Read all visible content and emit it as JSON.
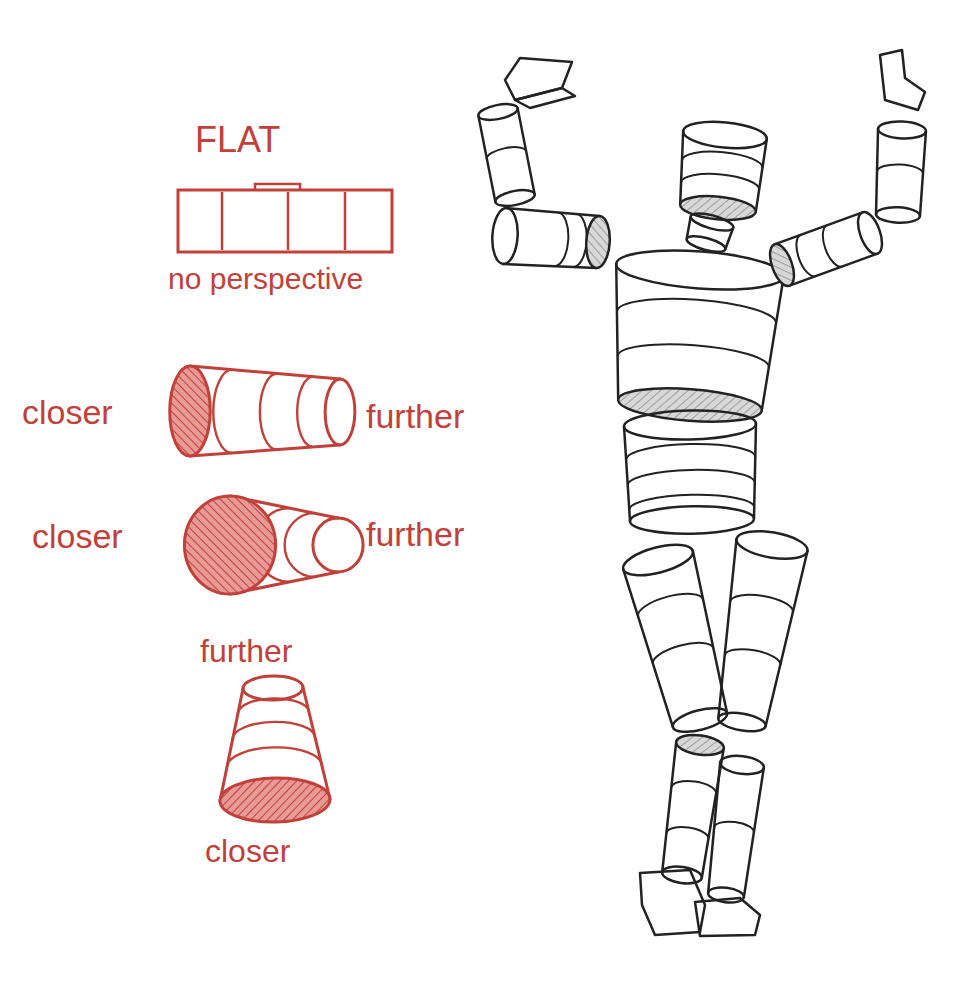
{
  "diagram": {
    "labels": [
      "FLAT",
      "no perspective",
      "closer",
      "further",
      "closer",
      "further",
      "further",
      "closer"
    ]
  }
}
